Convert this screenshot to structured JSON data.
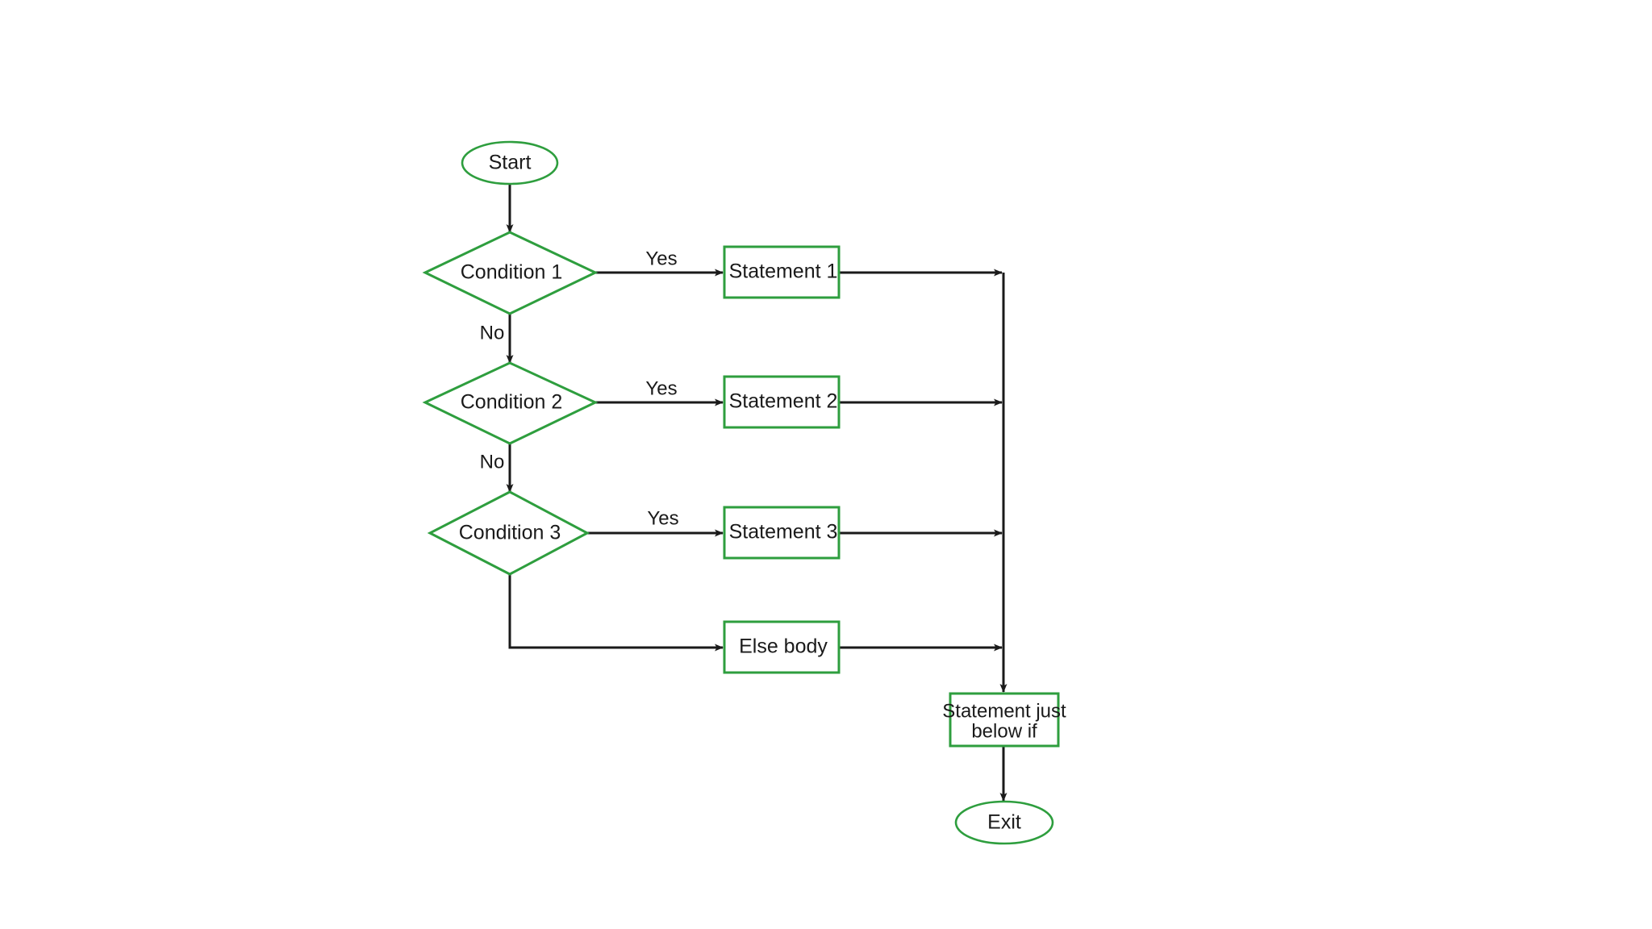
{
  "diagram": {
    "title": "if-else-if ladder flowchart",
    "background_color": "#ffffff",
    "node_border_color": "#2e9e3e",
    "node_fill_color": "#ffffff",
    "edge_color": "#1a1a1a",
    "text_color": "#1a1a1a"
  },
  "nodes": {
    "start": {
      "label": "Start",
      "shape": "ellipse"
    },
    "condition1": {
      "label": "Condition 1",
      "shape": "diamond"
    },
    "condition2": {
      "label": "Condition 2",
      "shape": "diamond"
    },
    "condition3": {
      "label": "Condition 3",
      "shape": "diamond"
    },
    "statement1": {
      "label": "Statement 1",
      "shape": "rectangle"
    },
    "statement2": {
      "label": "Statement 2",
      "shape": "rectangle"
    },
    "statement3": {
      "label": "Statement 3",
      "shape": "rectangle"
    },
    "else_body": {
      "label": "Else body",
      "shape": "rectangle"
    },
    "after_if": {
      "label_line1": "Statement just",
      "label_line2": "below if",
      "shape": "rectangle"
    },
    "exit": {
      "label": "Exit",
      "shape": "ellipse"
    }
  },
  "edge_labels": {
    "yes1": "Yes",
    "yes2": "Yes",
    "yes3": "Yes",
    "no1": "No",
    "no2": "No"
  }
}
